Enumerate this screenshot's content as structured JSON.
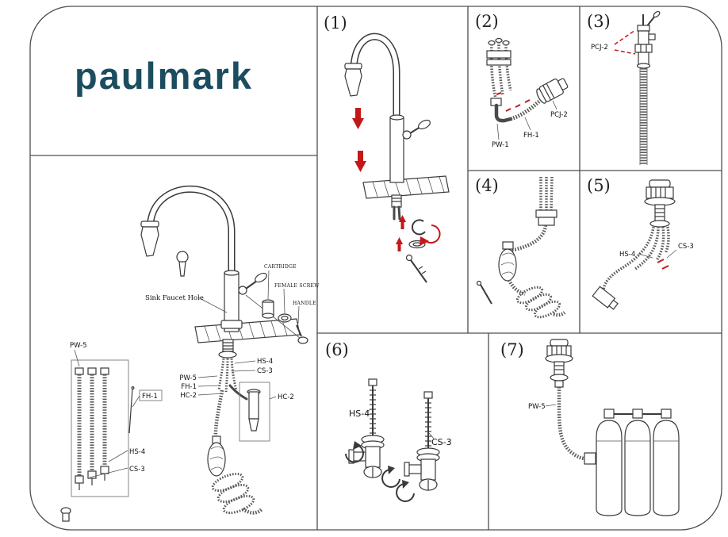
{
  "page": {
    "brand_logo": "paulmark",
    "colors": {
      "logo": "#1b4d5f",
      "line": "#3a3a3a",
      "accent_red": "#c41818",
      "frame": "#4f4f4f"
    }
  },
  "main_diagram": {
    "sink_faucet_hole": "Sink Faucet Hole",
    "cartridge": "CARTRIDGE",
    "female_screw": "FEMALE SCREW",
    "handle": "HANDLE",
    "hs4": "HS-4",
    "cs3": "CS-3",
    "pw5_bundle": "PW-5",
    "fh1_bundle": "FH-1",
    "hc2_bundle": "HC-2",
    "hc2_filter": "HC-2",
    "pw5_hoses": "PW-5",
    "fh1_rod": "FH-1",
    "hs4_hose": "HS-4",
    "cs3_hose": "CS-3"
  },
  "panel1": {
    "number": "(1)"
  },
  "panel2": {
    "number": "(2)",
    "pw1": "PW-1",
    "fh1": "FH-1",
    "pcj2": "PCJ-2"
  },
  "panel3": {
    "number": "(3)",
    "pcj2": "PCJ-2"
  },
  "panel4": {
    "number": "(4)"
  },
  "panel5": {
    "number": "(5)",
    "hs4": "HS-4",
    "cs3": "CS-3"
  },
  "panel6": {
    "number": "(6)",
    "hs4": "HS-4",
    "cs3": "CS-3"
  },
  "panel7": {
    "number": "(7)",
    "pw5": "PW-5"
  }
}
